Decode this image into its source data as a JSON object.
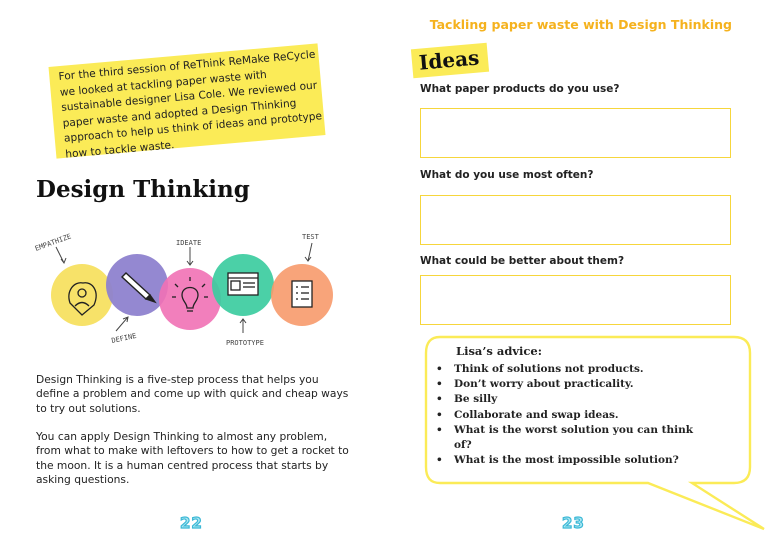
{
  "header": {
    "title": "Tackling paper waste with Design Thinking"
  },
  "left_page": {
    "intro": "For the third session of ReThink ReMake ReCycle we looked at tackling paper waste with sustainable designer Lisa Cole. We reviewed our paper waste and adopted a Design Thinking approach to help us think of ideas and prototype how to tackle waste.",
    "heading": "Design Thinking",
    "diagram": {
      "stages": [
        {
          "label": "EMPATHIZE",
          "color": "#f7e061",
          "icon": "empathize-head-heart-icon"
        },
        {
          "label": "DEFINE",
          "color": "#8e82cf",
          "icon": "pencil-icon"
        },
        {
          "label": "IDEATE",
          "color": "#f171b5",
          "icon": "lightbulb-icon"
        },
        {
          "label": "PROTOTYPE",
          "color": "#3ccca0",
          "icon": "browser-window-icon"
        },
        {
          "label": "TEST",
          "color": "#f79a6c",
          "icon": "checklist-icon"
        }
      ]
    },
    "paragraph1": "Design Thinking is a five-step process that helps you define a problem and come up with quick and cheap ways to try out solutions.",
    "paragraph2": "You can apply Design Thinking to almost any problem, from what to make with leftovers to how to get a rocket to the moon. It is a human centred process that starts by asking questions.",
    "page_number": "22"
  },
  "right_page": {
    "ideas_label": "Ideas",
    "questions": [
      "What paper products do you use?",
      "What do you use most often?",
      "What could be better about them?"
    ],
    "advice": {
      "title": "Lisa’s advice:",
      "items": [
        "Think of solutions not products.",
        "Don’t worry about practicality.",
        "Be silly",
        "Collaborate and swap ideas.",
        "What is the worst solution you can think of?",
        "What is the most impossible solution?"
      ]
    },
    "page_number": "23"
  },
  "colors": {
    "accent_yellow": "#fbeb57",
    "header_orange": "#f5b21e",
    "page_number_blue": "#3bb8d6"
  }
}
